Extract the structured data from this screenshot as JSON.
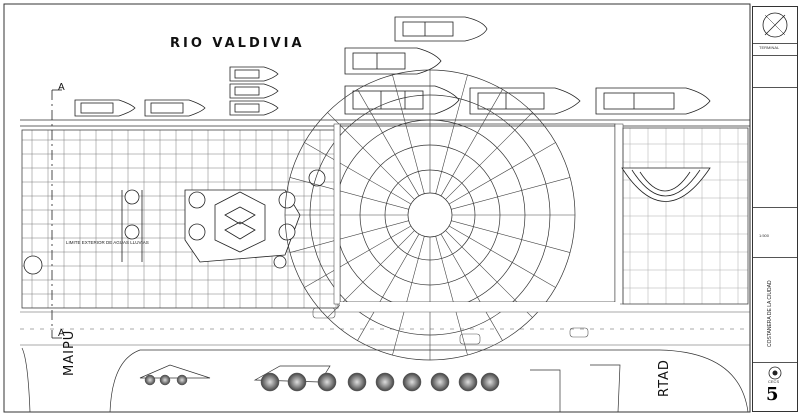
{
  "labels": {
    "river": "RIO VALDIVIA",
    "street_left": "MAIPU",
    "street_right": "RTAD",
    "section_a_top": "A",
    "section_a_bottom": "A",
    "note_left": "LIMITE EXTERIOR DE AGUAS LLUVIAS"
  },
  "title_block": {
    "top_label": "TERMINAL",
    "sheet_title": "COSTANERA DE LA CIUDAD",
    "firm": "CECS",
    "sheet_number": "5",
    "scale": "1:500"
  },
  "colors": {
    "line": "#333333",
    "light_line": "#888888",
    "tree": "#555555"
  }
}
